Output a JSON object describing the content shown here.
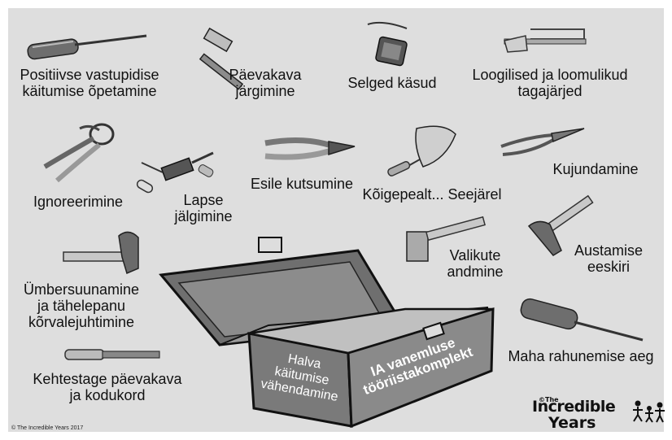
{
  "labels": {
    "positive": [
      "Positiivse vastupidise",
      "käitumise õpetamine"
    ],
    "routine": [
      "Päevakava",
      "järgimine"
    ],
    "commands": "Selged käsud",
    "consequences": [
      "Loogilised ja loomulikud",
      "tagajärjed"
    ],
    "ignoring": "Ignoreerimine",
    "monitoring": [
      "Lapse",
      "jälgimine"
    ],
    "prompting": "Esile kutsumine",
    "first_then": "Kõigepealt... Seejärel",
    "shaping": "Kujundamine",
    "choices": [
      "Valikute",
      "andmine"
    ],
    "praise": [
      "Austamise",
      "eeskiri"
    ],
    "redirect": [
      "Ümbersuunamine",
      "ja tähelepanu",
      "kõrvalejuhtimine"
    ],
    "timeout": "Maha rahunemise aeg",
    "establish": [
      "Kehtestage päevakava",
      "ja kodukord"
    ]
  },
  "toolbox": {
    "front_label": [
      "Halva",
      "käitumise",
      "vähendamine"
    ],
    "side_label": [
      "IA vanemluse",
      "tööriistakomplekt"
    ]
  },
  "icons": {
    "screwdriver": "screwdriver-icon",
    "hammer": "hammer-icon",
    "tape": "tape-measure-icon",
    "hacksaw": "hacksaw-icon",
    "pincers": "pincers-icon",
    "drill": "hand-drill-icon",
    "pliers": "pliers-icon",
    "trowel": "trowel-icon",
    "needle_pliers": "needle-nose-pliers-icon",
    "mallet": "mallet-icon",
    "claw_hammer": "claw-hammer-icon",
    "chisel": "chisel-icon"
  },
  "copyright": "© The Incredible Years 2017",
  "logo": {
    "the": "©The",
    "line1": "Incredible",
    "line2": "Years"
  },
  "colors": {
    "background": "#dedede",
    "box_fill": "#7a7a7a",
    "box_dark": "#5a5a5a",
    "ink": "#111111"
  }
}
